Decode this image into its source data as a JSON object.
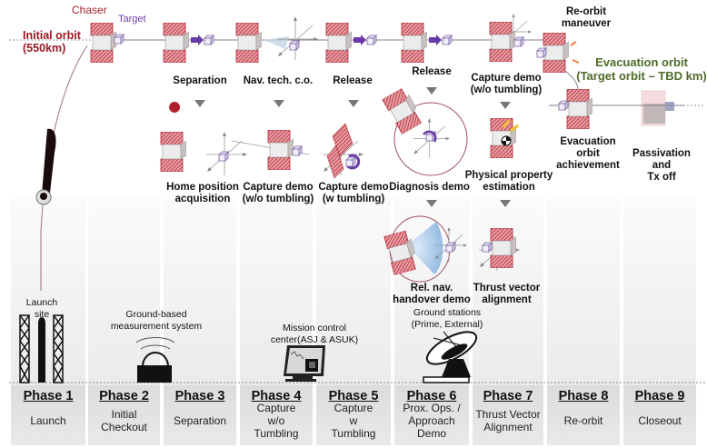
{
  "labels": {
    "chaser": "Chaser",
    "target": "Target",
    "initial_orbit": "Initial  orbit\n(550km)",
    "evacuation_orbit": "Evacuation orbit\n(Target orbit – TBD km)"
  },
  "colors": {
    "chaser": "#a8202c",
    "target": "#6b3fa0",
    "evacuation": "#4f6b2a",
    "thruster_arrow": "#6a3aa8"
  },
  "steps_top": [
    {
      "id": "separation",
      "label": "Separation"
    },
    {
      "id": "nav-tech-co",
      "label": "Nav. tech. c.o."
    },
    {
      "id": "release-1",
      "label": "Release"
    },
    {
      "id": "release-2",
      "label": "Release"
    },
    {
      "id": "capture-demo-wo-top",
      "label": "Capture demo\n(w/o tumbling)"
    },
    {
      "id": "re-orbit-maneuver",
      "label": "Re-orbit\nmaneuver"
    }
  ],
  "steps_mid": [
    {
      "id": "home-position",
      "label": "Home position\nacquisition"
    },
    {
      "id": "capture-demo-wo",
      "label": "Capture demo\n(w/o tumbling)"
    },
    {
      "id": "capture-demo-w",
      "label": "Capture demo\n(w tumbling)"
    },
    {
      "id": "diagnosis-demo",
      "label": "Diagnosis demo"
    },
    {
      "id": "physical-property",
      "label": "Physical property\nestimation"
    },
    {
      "id": "evacuation-achievement",
      "label": "Evacuation\norbit\nachievement"
    },
    {
      "id": "passivation",
      "label": "Passivation\nand\nTx off"
    }
  ],
  "steps_low": [
    {
      "id": "rel-nav-handover",
      "label": "Rel. nav.\nhandover demo"
    },
    {
      "id": "thrust-vector",
      "label": "Thrust vector\nalignment"
    }
  ],
  "ground": [
    {
      "id": "launch-site",
      "label": "Launch\nsite",
      "icon": "launch-tower-icon"
    },
    {
      "id": "ground-measurement",
      "label": "Ground-based\nmeasurement system",
      "icon": "radar-dome-icon"
    },
    {
      "id": "mission-control",
      "label": "Mission control\ncenter(ASJ & ASUK)",
      "icon": "monitor-icon"
    },
    {
      "id": "ground-stations",
      "label": "Ground stations\n(Prime, External)",
      "icon": "satellite-dish-icon"
    }
  ],
  "phases": [
    {
      "title": "Phase 1",
      "desc": "Launch"
    },
    {
      "title": "Phase 2",
      "desc": "Initial\nCheckout"
    },
    {
      "title": "Phase 3",
      "desc": "Separation"
    },
    {
      "title": "Phase 4",
      "desc": "Capture\nw/o\nTumbling"
    },
    {
      "title": "Phase 5",
      "desc": "Capture\nw\nTumbling"
    },
    {
      "title": "Phase 6",
      "desc": "Prox. Ops. /\nApproach\nDemo"
    },
    {
      "title": "Phase 7",
      "desc": "Thrust Vector\nAlignment"
    },
    {
      "title": "Phase 8",
      "desc": "Re-orbit"
    },
    {
      "title": "Phase 9",
      "desc": "Closeout"
    }
  ]
}
